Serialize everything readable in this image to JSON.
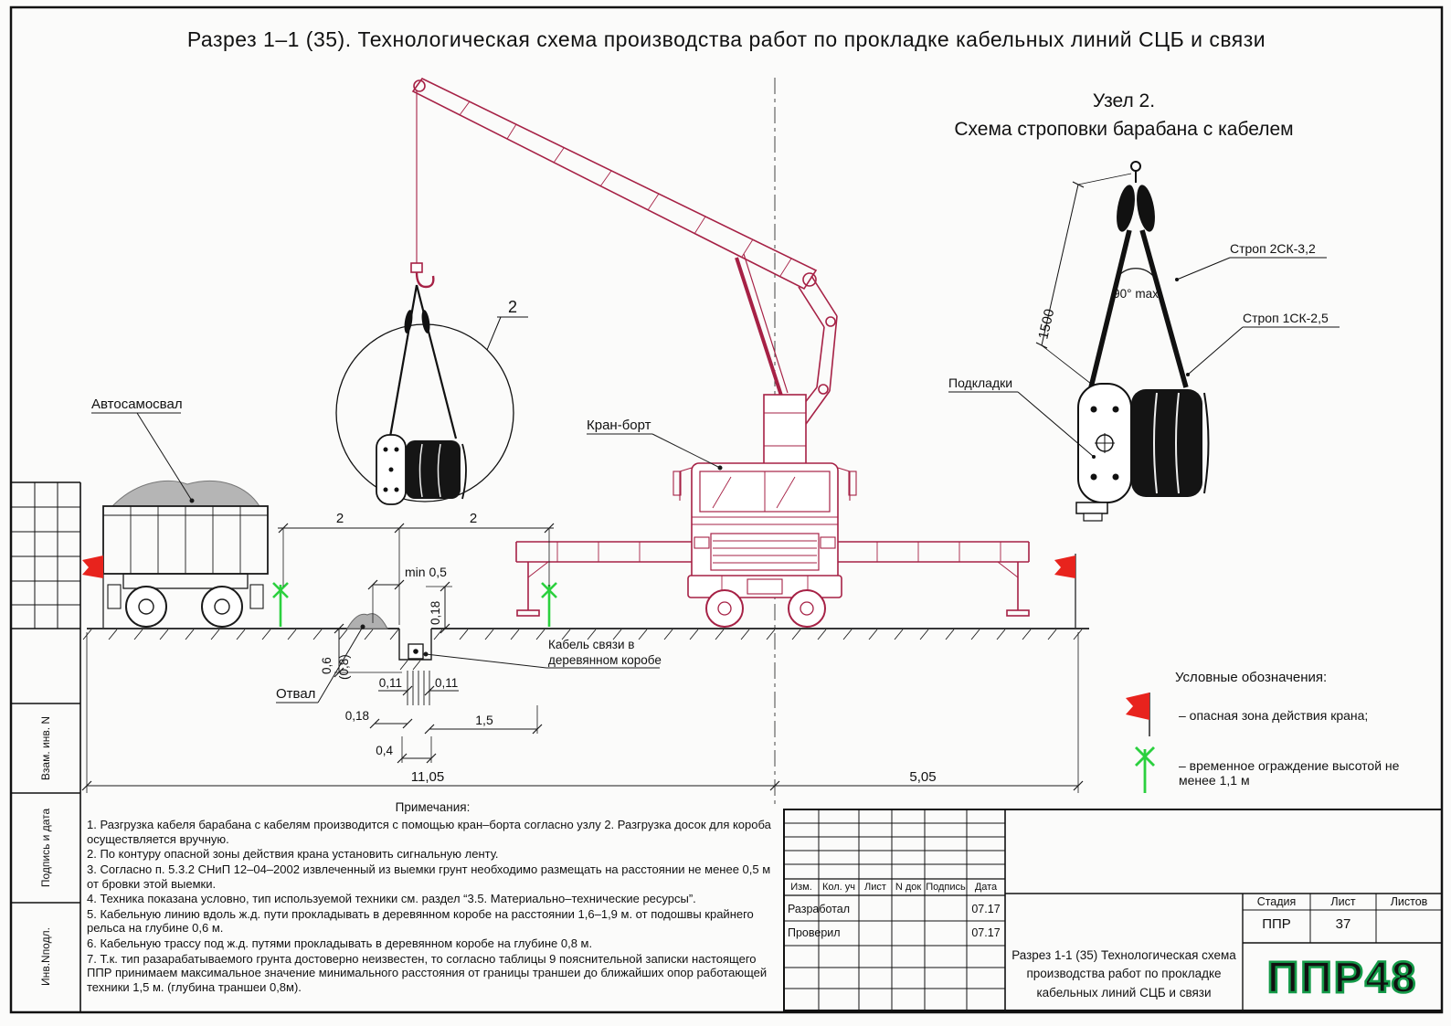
{
  "colors": {
    "crane_red": "#a62145",
    "danger_red": "#e8231d",
    "fence_green": "#2bd03e",
    "logo_green": "#149a48"
  },
  "title": "Разрез 1–1 (35). Технологическая схема производства работ по прокладке кабельных линий СЦБ и связи",
  "node2": {
    "title_line1": "Узел 2.",
    "title_line2": "Схема строповки барабана с кабелем",
    "dim_height": "1500",
    "angle": "90° max",
    "strop_upper": "Строп 2СК-3,2",
    "strop_lower": "Строп 1СК-2,5",
    "pads": "Подкладки"
  },
  "labels": {
    "dump_truck": "Автосамосвал",
    "crane_truck": "Кран-борт",
    "spoil_heap": "Отвал",
    "cable_line1": "Кабель связи в",
    "cable_line2": "деревянном коробе",
    "detail_ref": "2"
  },
  "dims": {
    "gap_left": "2",
    "gap_right": "2",
    "min_offset": "min 0,5",
    "box_height": "0,18",
    "depth_main": "0,6",
    "depth_alt": "(0,8)",
    "wall_left": "0,11",
    "wall_right": "0,11",
    "box_width": "0,18",
    "clearance": "1,5",
    "trench_width": "0,4",
    "span_left": "11,05",
    "span_right": "5,05"
  },
  "legend": {
    "title": "Условные обозначения:",
    "danger_zone": "– опасная зона действия крана;",
    "fence": "– временное ограждение высотой не менее 1,1 м"
  },
  "notes": {
    "title": "Примечания:",
    "items": [
      "1. Разгрузка кабеля барабана с кабелям производится с помощью кран–борта согласно узлу 2. Разгрузка досок для короба осуществляется вручную.",
      "2. По контуру опасной зоны действия крана установить сигнальную ленту.",
      "3. Согласно п. 5.3.2  СНиП 12–04–2002 извлеченный из выемки грунт необходимо размещать на расстоянии не менее 0,5 м от бровки этой выемки.",
      "4. Техника показана условно, тип используемой техники см. раздел “3.5. Материально–технические ресурсы”.",
      "5. Кабельную линию вдоль ж.д. пути прокладывать в деревянном коробе на расстоянии 1,6–1,9 м. от подошвы крайнего рельса на глубине 0,6 м.",
      "6. Кабельную трассу под ж.д. путями прокладывать в деревянном коробе на глубине 0,8 м.",
      "7. Т.к. тип разарабатываемого грунта достоверно неизвестен, то согласно таблицы 9 пояснительной записки настоящего ППР принимаем максимальное значение минимального расстояния от границы траншеи до ближайших опор работающей техники 1,5 м. (глубина траншеи 0,8м)."
    ]
  },
  "stamp": {
    "col_izm": "Изм.",
    "col_kol": "Кол. уч",
    "col_list": "Лист",
    "col_ndok": "N док",
    "col_podpis": "Подпись",
    "col_data": "Дата",
    "row_developed": "Разработал",
    "row_checked": "Проверил",
    "date_developed": "07.17",
    "date_checked": "07.17",
    "stage_label": "Стадия",
    "sheet_label": "Лист",
    "sheets_label": "Листов",
    "stage_value": "ППР",
    "sheet_value": "37",
    "doc_title": "Разрез 1-1 (35) Технологическая схема производства работ по прокладке кабельных линий СЦБ и связи",
    "logo": "ППР48"
  },
  "side_column": {
    "vzam": "Взам. инв. N",
    "podpis_data": "Подпись и дата",
    "inv_podl": "Инв.Nподл."
  }
}
